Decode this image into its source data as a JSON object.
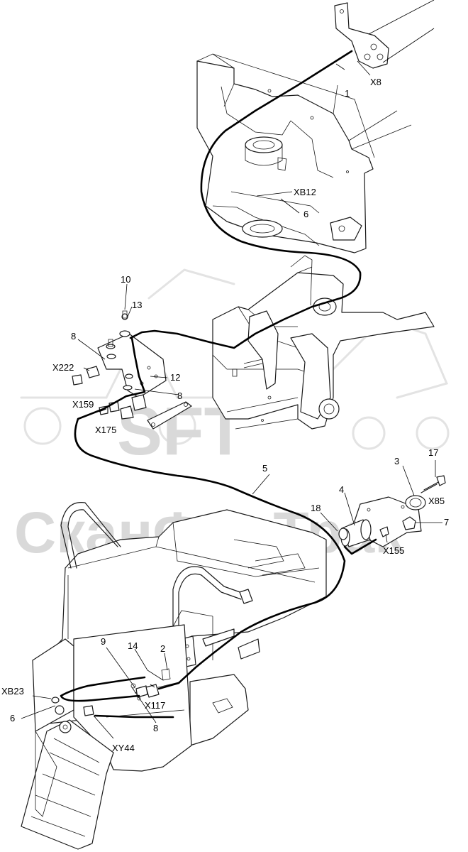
{
  "watermark": {
    "logo": "SFT",
    "company": "СканФорТрак"
  },
  "callouts": {
    "c1": "1",
    "c2": "2",
    "c3": "3",
    "c4": "4",
    "c5": "5",
    "c6a": "6",
    "c6b": "6",
    "c7": "7",
    "c8a": "8",
    "c8b": "8",
    "c8c": "8",
    "c9": "9",
    "c10": "10",
    "c12": "12",
    "c13": "13",
    "c14": "14",
    "c17": "17",
    "c18": "18"
  },
  "connectors": {
    "x8": "X8",
    "xb12": "XB12",
    "x222": "X222",
    "x159": "X159",
    "x175": "X175",
    "x85": "X85",
    "x155": "X155",
    "x117": "X117",
    "xb23": "XB23",
    "xy44": "XY44"
  },
  "colors": {
    "line": "#1a1a1a",
    "wire": "#000000",
    "watermark": "#d9d9d9"
  }
}
